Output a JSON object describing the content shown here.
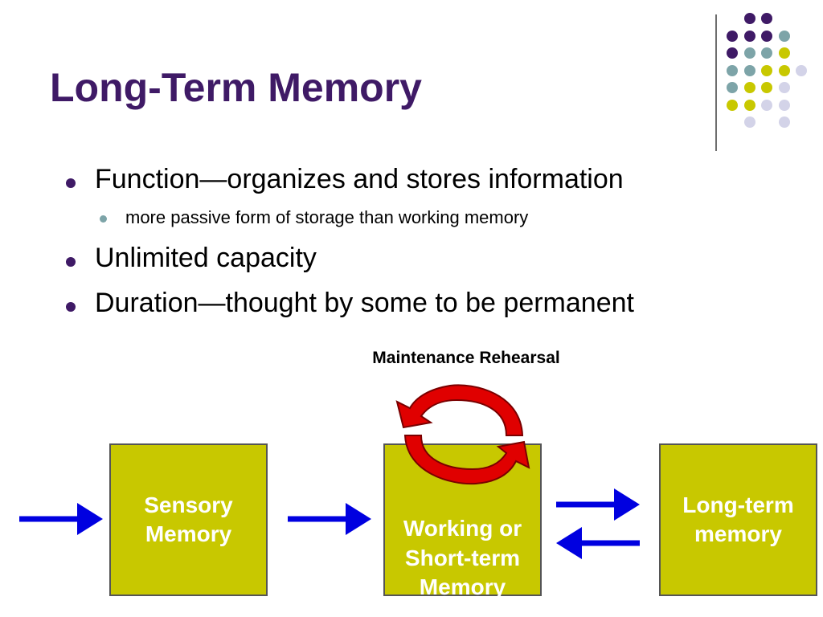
{
  "title": "Long-Term Memory",
  "bullets": [
    {
      "text": "Function—organizes and stores information",
      "sub": [
        "more passive form of storage than working memory"
      ]
    },
    {
      "text": "Unlimited capacity",
      "sub": []
    },
    {
      "text": "Duration—thought by some to be permanent",
      "sub": []
    }
  ],
  "diagram": {
    "loop_label": "Maintenance Rehearsal",
    "boxes": {
      "sensory": "Sensory\nMemory",
      "working": "Working or\nShort-term\nMemory",
      "long_term": "Long-term\nmemory"
    }
  },
  "colors": {
    "title": "#3f1a66",
    "box_fill": "#c8c800",
    "flow_arrow": "#0000e0",
    "loop_arrow": "#e00000",
    "dot_purple": "#3f1a66",
    "dot_teal": "#7da4a8",
    "dot_yellow": "#c8c800",
    "dot_lavender": "#d3d3e8"
  },
  "icons": [
    "bullet-icon",
    "right-arrow-icon",
    "left-arrow-icon",
    "circular-arrow-icon"
  ]
}
